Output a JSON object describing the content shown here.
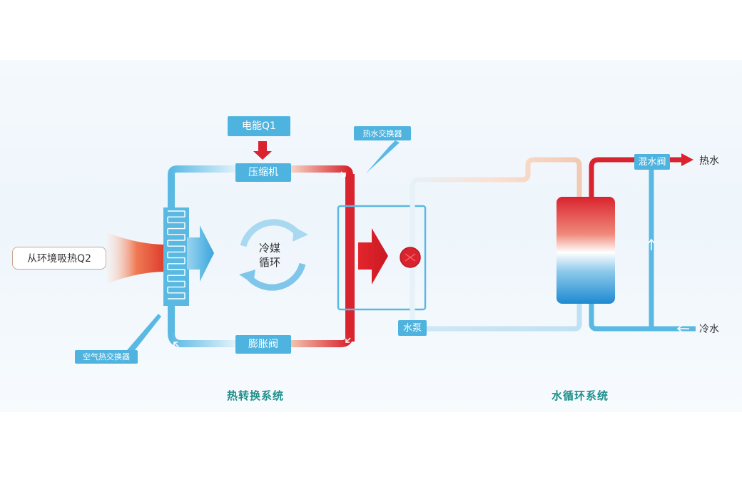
{
  "labels": {
    "energy_input": "电能Q1",
    "compressor": "压缩机",
    "expansion_valve": "膨胀阀",
    "hot_water_exchanger": "热水交换器",
    "air_heat_exchanger": "空气热交换器",
    "ambient_heat": "从环境吸热Q2",
    "refrigerant_cycle_line1": "冷媒",
    "refrigerant_cycle_line2": "循环",
    "pump": "水泵",
    "mixing_valve": "混水阀",
    "hot_water": "热水",
    "cold_water": "冷水"
  },
  "sections": {
    "heat_transfer": "热转换系统",
    "water_circulation": "水循环系统"
  },
  "colors": {
    "pipe_hot": "#d9232e",
    "pipe_cold": "#5ab9e3",
    "label_bg": "#4fb3df",
    "section_title": "#1f8e8a"
  }
}
